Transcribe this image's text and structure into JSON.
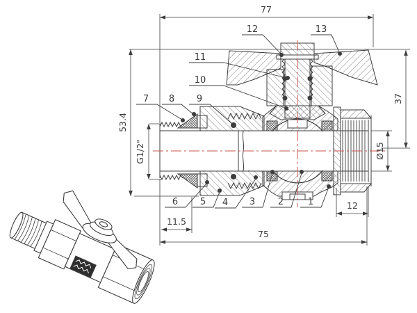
{
  "drawing": {
    "type": "ball-valve-cross-section",
    "background": "#ffffff",
    "line_color": "#3d3d3d",
    "centerline_color": "#c9544c",
    "dimensions": {
      "overall_width": "77",
      "overall_height": "53.4",
      "handle_height": "37",
      "left_thread_size": "G1/2\"",
      "right_port_diameter": "Ø15",
      "right_thread_length": "12",
      "body_length": "75",
      "left_thread_length": "11.5"
    },
    "callouts": [
      "1",
      "2",
      "3",
      "4",
      "5",
      "6",
      "7",
      "8",
      "9",
      "10",
      "11",
      "12",
      "13"
    ]
  }
}
